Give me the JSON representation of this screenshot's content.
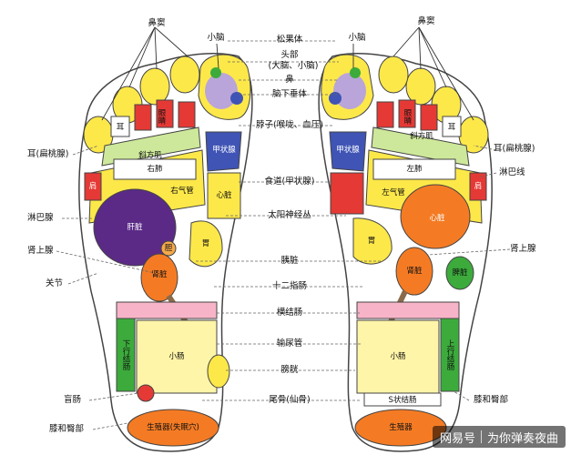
{
  "labels": {
    "bidou_left": "鼻窦",
    "bidou_right": "鼻窦",
    "xiaonao_left": "小脑",
    "xiaonao_right": "小脑",
    "songguoti": "松果体",
    "toubu": "头部",
    "danao_xiaonao": "(大脑、小脑)",
    "bi": "鼻",
    "naoxiachuiti": "脑下垂体",
    "bozi": "脖子(喉咙、血压)",
    "shidao": "食道(甲状腺)",
    "taiyangshenjingcong": "太阳神经丛",
    "yizang": "胰脏",
    "shierzhichang": "十二指肠",
    "hengjiechang": "横结肠",
    "shuniaoguan": "输尿管",
    "pangguang": "膀胱",
    "weigu": "尾骨(仙骨)",
    "er_biantaoxian_left": "耳(扁桃腺)",
    "er_biantaoxian_right": "耳(扁桃腺)",
    "linbaxian_left": "淋巴腺",
    "linbaxian_right": "淋巴线",
    "shenshangxian_left": "肾上腺",
    "shenshangxian_right": "肾上腺",
    "guanjie": "关节",
    "mangchang": "盲肠",
    "xihebigu_left": "膝和臀部",
    "xihebigu_right": "膝和臀部",
    "shengzhiqi": "生殖器(失眠穴)",
    "xiefangji_left": "斜方肌",
    "xiefangji_right": "斜方肌",
    "youfei": "右肺",
    "zuofei": "左肺",
    "youqiguan": "右气管",
    "zuoqiguan": "左气管",
    "jiazhuangxian_left": "甲状腺",
    "jiazhuangxian_right": "甲状腺",
    "xinzang_small": "心脏",
    "xinzang_right": "心脏",
    "ganzang": "肝脏",
    "dannang": "胆",
    "wei_left": "胃",
    "wei_right": "胃",
    "shenzang_left": "肾脏",
    "shenzang_right": "肾脏",
    "pizang": "脾脏",
    "xiaochang_left": "小肠",
    "xiaochang_right": "小肠",
    "xiaxingjiechang": "下行结肠",
    "shangxingjiechang": "上行结肠",
    "szhuang_jiechang": "S状结肠",
    "yanjing_left": "眼睛",
    "yanjing_right": "眼睛",
    "er_left": "耳",
    "er_right": "耳",
    "jian_left": "肩",
    "jian_right": "肩",
    "shengzhiqi_right": "生殖器"
  },
  "watermark": {
    "brand": "网易号",
    "author": "为你弹奏夜曲"
  },
  "colors": {
    "yellow": "#fde84a",
    "orange": "#f47b24",
    "purple": "#5b2a86",
    "green": "#3cab3c",
    "blue": "#3f54b5",
    "red": "#e53935",
    "lavender": "#b9a5d9",
    "outline": "#555555"
  }
}
